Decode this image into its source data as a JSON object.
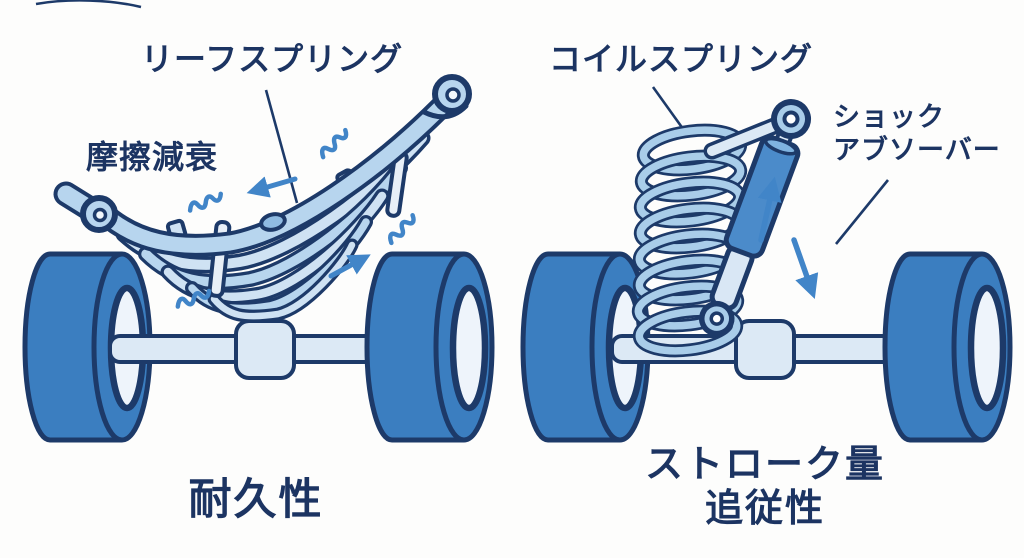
{
  "diagram_title": "",
  "left_panel": {
    "label_leaf_spring": "リーフスプリング",
    "label_friction_damping": "摩擦減衰",
    "caption": "耐久性"
  },
  "right_panel": {
    "label_coil_spring": "コイルスプリング",
    "label_shock_line1": "ショック",
    "label_shock_line2": "アブソーバー",
    "caption_line1": "ストローク量",
    "caption_line2": "追従性"
  },
  "colors": {
    "outline_navy": "#1d3a69",
    "text_navy": "#1c3462",
    "wheel_blue": "#3b7ec0",
    "shock_body_blue": "#4b8bca",
    "spring_light_blue": "#a9cde9",
    "leaf_light_blue": "#b7d5ee",
    "leaf_pale_blue": "#cfe2f3",
    "axle_pale_blue": "#dce9f5",
    "arrow_blue": "#4185c8",
    "hub_white": "#eef4fb",
    "background": "#fdfdfc"
  },
  "icons": {
    "leaf_spring": "leaf-spring-illustration",
    "coil_spring": "coil-spring-illustration",
    "shock_absorber": "shock-absorber-illustration",
    "axle": "axle-illustration",
    "wheel": "wheel-illustration",
    "vibration": "vibration-squiggle",
    "motion": "motion-arrow"
  }
}
